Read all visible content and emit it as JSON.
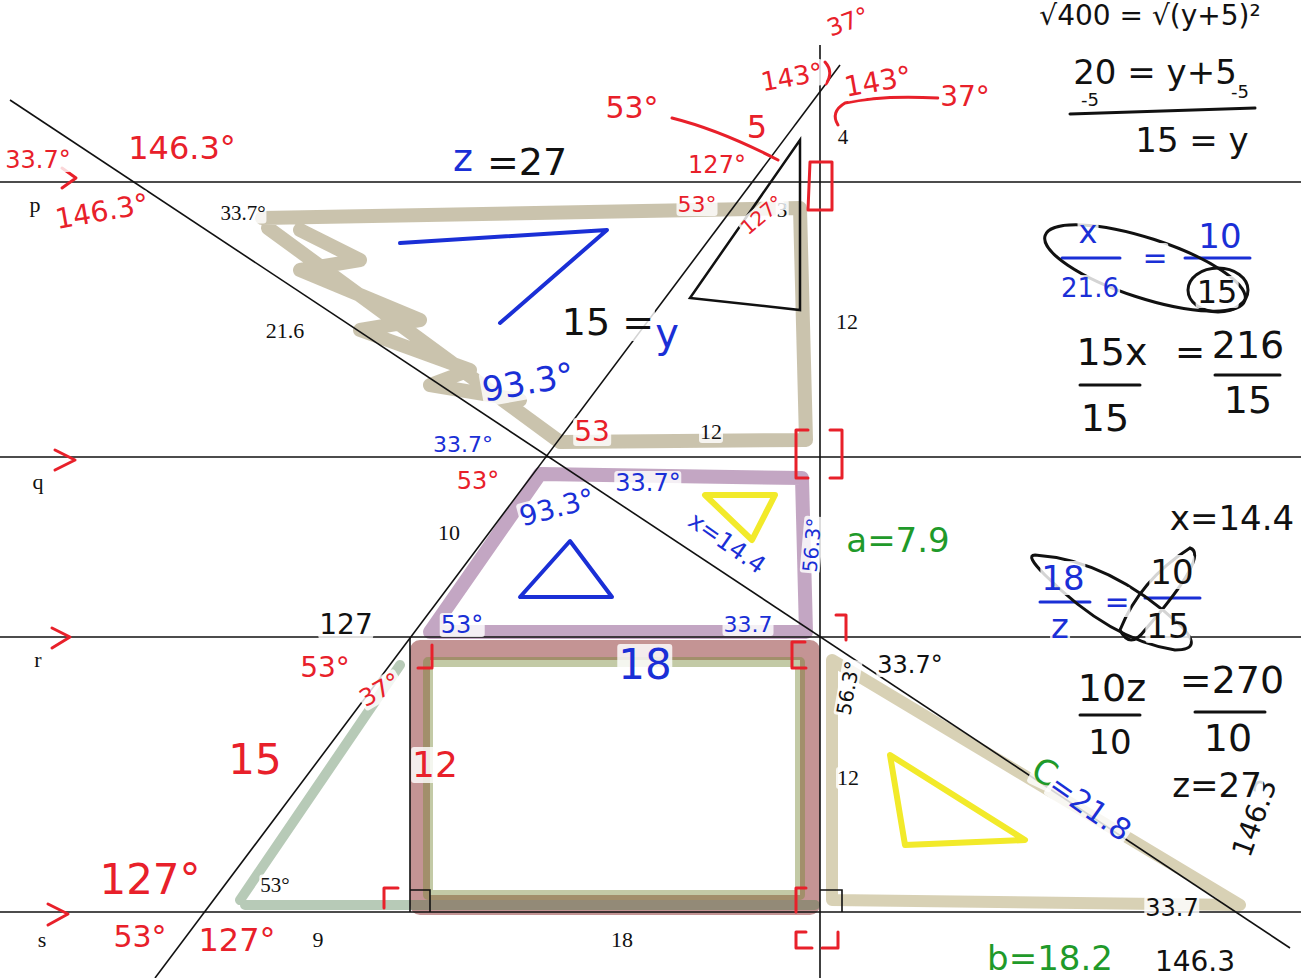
{
  "diagram": {
    "labels": [
      "p",
      "q",
      "r",
      "s",
      "33.7°",
      "3",
      "4",
      "12",
      "21.6",
      "12",
      "10",
      "12",
      "53°",
      "9",
      "18",
      "33.7°",
      "146.3°",
      "146.3°",
      "53°",
      "143°",
      "37°",
      "143°",
      "37°",
      "5",
      "127°",
      "53°",
      "127°",
      "z",
      "=27",
      "15 =",
      "y",
      "93.3°",
      "33.7°",
      "53",
      "53°",
      "93.3°",
      "33.7°",
      "x=14.4",
      "56.3°",
      "a=7.9",
      "127",
      "53°",
      "33.7",
      "18",
      "53°",
      "37°",
      "56.3°",
      "33.7°",
      "15",
      "12",
      "C",
      "=21.8",
      "127°",
      "53°",
      "127°",
      "b=18.2",
      "33.7",
      "146.3",
      "146.3",
      "√400 = √(y+5)²",
      "20 = y+5",
      "-5",
      "-5",
      "15 = y",
      "x",
      "21.6",
      "=",
      "10",
      "15",
      "15x",
      "=",
      "216",
      "15",
      "15",
      "x=14.4",
      "18",
      "=",
      "10",
      "z",
      "15",
      "10z",
      "=270",
      "10",
      "10",
      "z=27"
    ]
  }
}
